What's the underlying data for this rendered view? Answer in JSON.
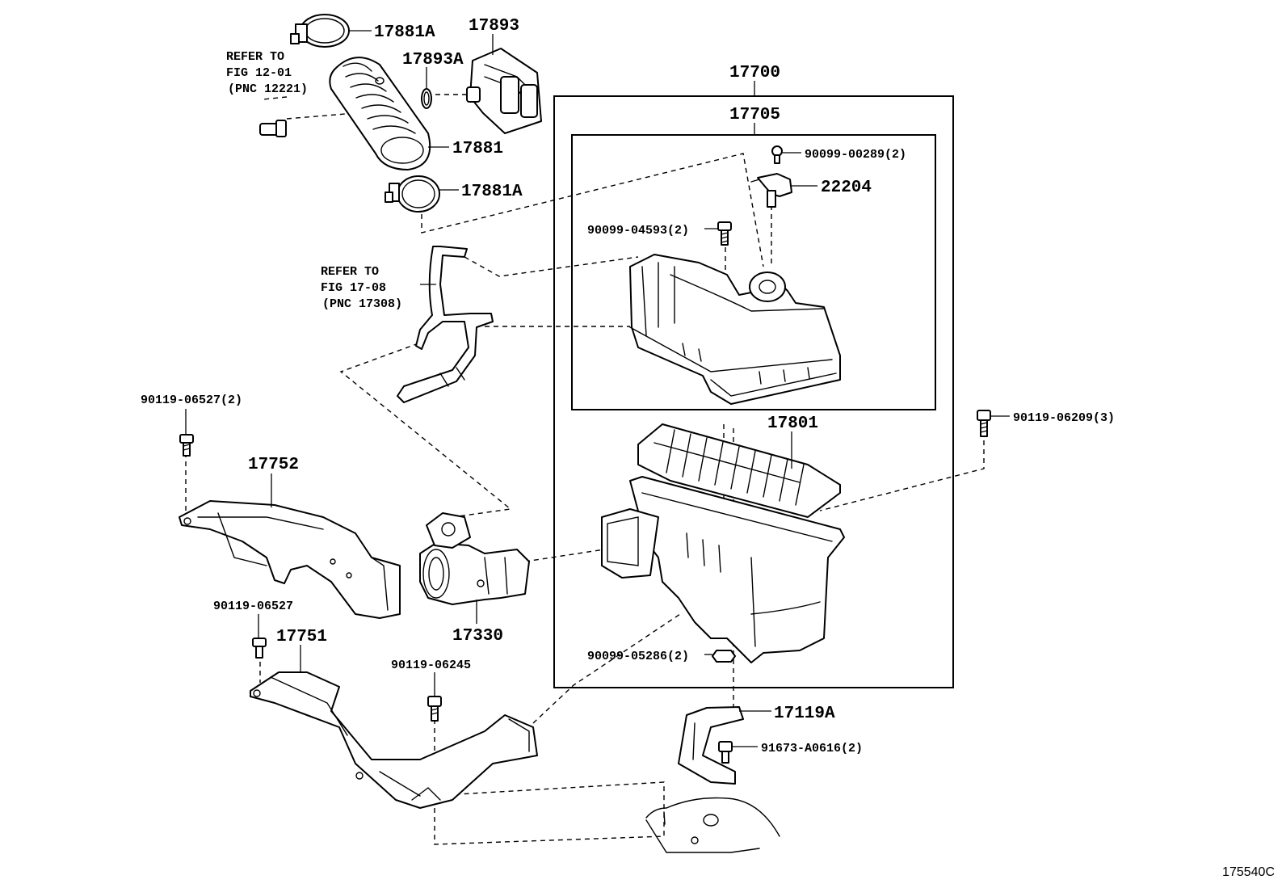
{
  "figure_id": "175540C",
  "references": [
    {
      "line1": "REFER TO",
      "line2": "FIG 12-01",
      "line3": "(PNC 12221)"
    },
    {
      "line1": "REFER TO",
      "line2": "FIG 17-08",
      "line3": "(PNC 17308)"
    }
  ],
  "labels": {
    "17881A_top": "17881A",
    "17893": "17893",
    "17893A": "17893A",
    "17881": "17881",
    "17881A_bottom": "17881A",
    "17700": "17700",
    "17705": "17705",
    "90099-00289": "90099-00289(2)",
    "22204": "22204",
    "90099-04593": "90099-04593(2)",
    "90119-06527_2": "90119-06527(2)",
    "17752": "17752",
    "17801": "17801",
    "90119-06209": "90119-06209(3)",
    "90119-06527": "90119-06527",
    "17751": "17751",
    "17330": "17330",
    "90119-06245": "90119-06245",
    "90099-05286": "90099-05286(2)",
    "17119A": "17119A",
    "91673-A0616": "91673-A0616(2)"
  }
}
